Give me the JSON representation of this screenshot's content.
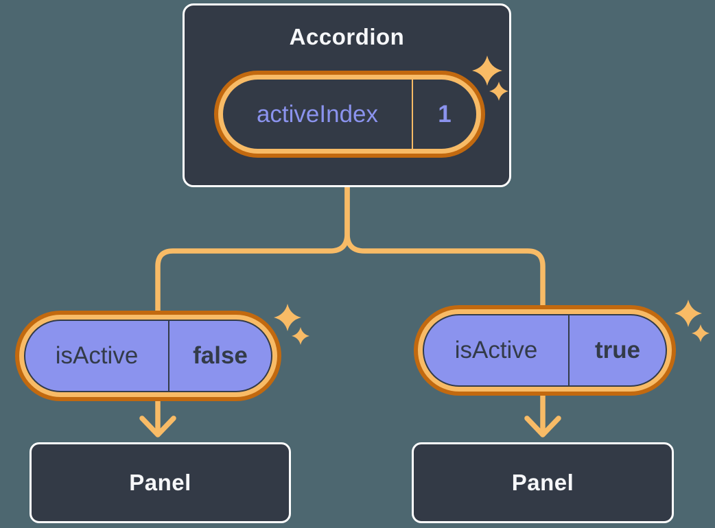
{
  "colors": {
    "bg": "#4D6770",
    "card": "#333A46",
    "card-border": "#FFFFFF",
    "amber": "#F8BB66",
    "amber-deep": "#C2690F",
    "purple": "#8B93EE",
    "ink": "#333B48",
    "text-light": "#F6F7F9"
  },
  "accordion": {
    "title": "Accordion",
    "state": {
      "name": "activeIndex",
      "value": "1"
    }
  },
  "children": [
    {
      "state": {
        "name": "isActive",
        "value": "false"
      },
      "panel": "Panel"
    },
    {
      "state": {
        "name": "isActive",
        "value": "true"
      },
      "panel": "Panel"
    }
  ]
}
